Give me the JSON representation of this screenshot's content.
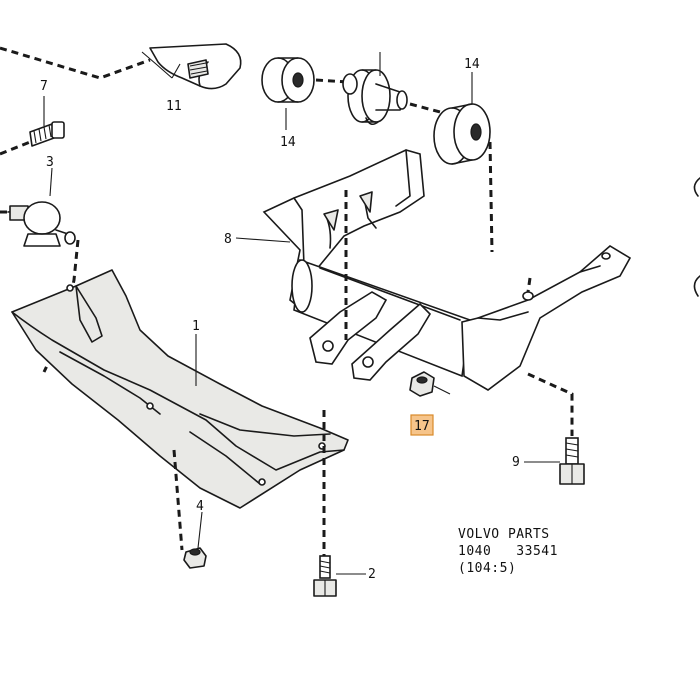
{
  "callouts": {
    "c1": "1",
    "c2": "2",
    "c3": "3",
    "c4": "4",
    "c7": "7",
    "c8": "8",
    "c9": "9",
    "c11": "11",
    "c14a": "14",
    "c14b": "14",
    "c17": "17"
  },
  "highlight": {
    "callout": "17",
    "color": "#f6c48a"
  },
  "reference": {
    "line1": "VOLVO PARTS",
    "line2": "1040   33541",
    "line3": "(104:5)"
  }
}
